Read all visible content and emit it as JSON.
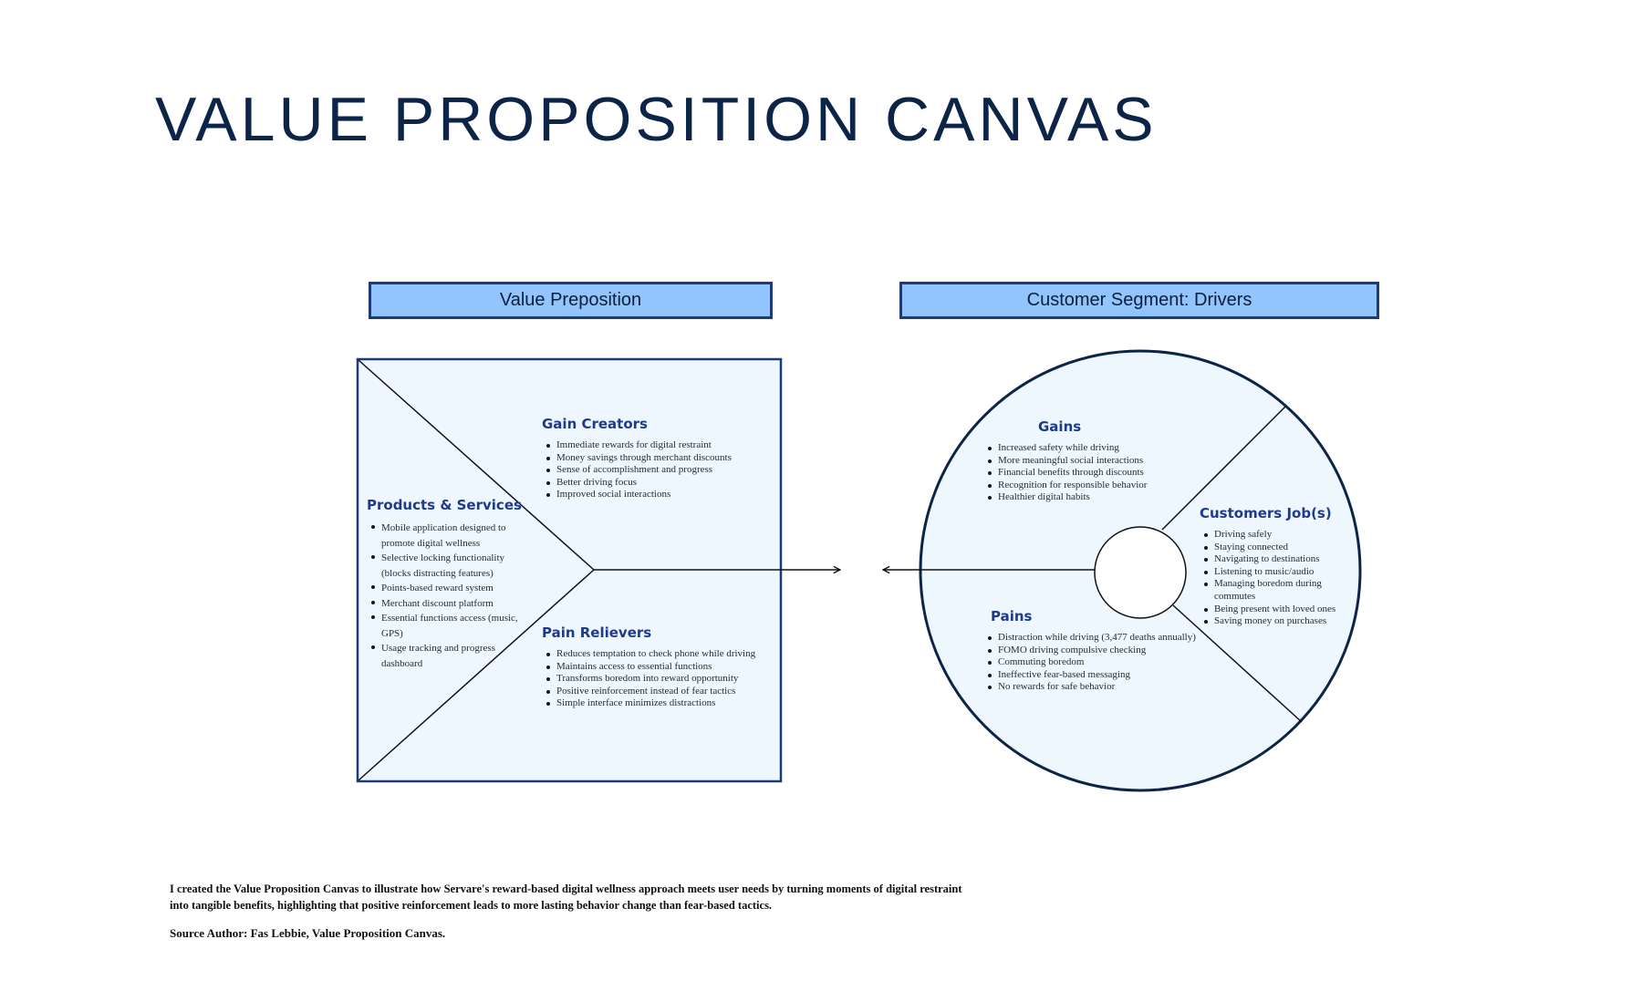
{
  "title": "VALUE PROPOSITION CANVAS",
  "value_proposition": {
    "header": "Value Preposition",
    "gain_creators": {
      "title": "Gain Creators",
      "items": [
        "Immediate rewards for digital restraint",
        "Money savings through merchant discounts",
        "Sense of accomplishment and progress",
        "Better driving focus",
        "Improved social interactions"
      ]
    },
    "products_services": {
      "title": "Products & Services",
      "items": [
        "Mobile application designed to promote digital wellness",
        "Selective locking functionality (blocks distracting features)",
        "Points-based reward system",
        "Merchant discount platform",
        "Essential functions access (music, GPS)",
        "Usage tracking and progress dashboard"
      ]
    },
    "pain_relievers": {
      "title": "Pain Relievers",
      "items": [
        "Reduces temptation to check phone while driving",
        "Maintains access to essential functions",
        "Transforms boredom into reward opportunity",
        "Positive reinforcement instead of fear tactics",
        "Simple interface minimizes distractions"
      ]
    }
  },
  "customer_segment": {
    "header": "Customer Segment: Drivers",
    "gains": {
      "title": "Gains",
      "items": [
        "Increased safety while driving",
        "More meaningful social interactions",
        "Financial benefits through discounts",
        "Recognition for responsible behavior",
        "Healthier digital habits"
      ]
    },
    "customer_jobs": {
      "title": "Customers Job(s)",
      "items": [
        "Driving safely",
        "Staying connected",
        "Navigating to destinations",
        "Listening to music/audio",
        "Managing boredom during commutes",
        "Being present with loved ones",
        "Saving money on purchases"
      ]
    },
    "pains": {
      "title": "Pains",
      "items": [
        "Distraction while driving (3,477 deaths annually)",
        "FOMO driving compulsive checking",
        "Commuting boredom",
        "Ineffective fear-based messaging",
        "No rewards for safe behavior"
      ]
    }
  },
  "footer": {
    "description": "I created the Value Proposition Canvas to illustrate how Servare's reward-based digital wellness approach meets user needs by turning moments of digital restraint into tangible benefits, highlighting that positive reinforcement leads to more lasting behavior change than fear-based tactics.",
    "source": "Source Author: Fas Lebbie, Value Proposition Canvas."
  },
  "colors": {
    "title": "#0b2447",
    "header_fill": "#93c5fd",
    "border": "#1e3a7b",
    "panel_fill": "#eef6fe",
    "section_title": "#1e3a8a"
  }
}
